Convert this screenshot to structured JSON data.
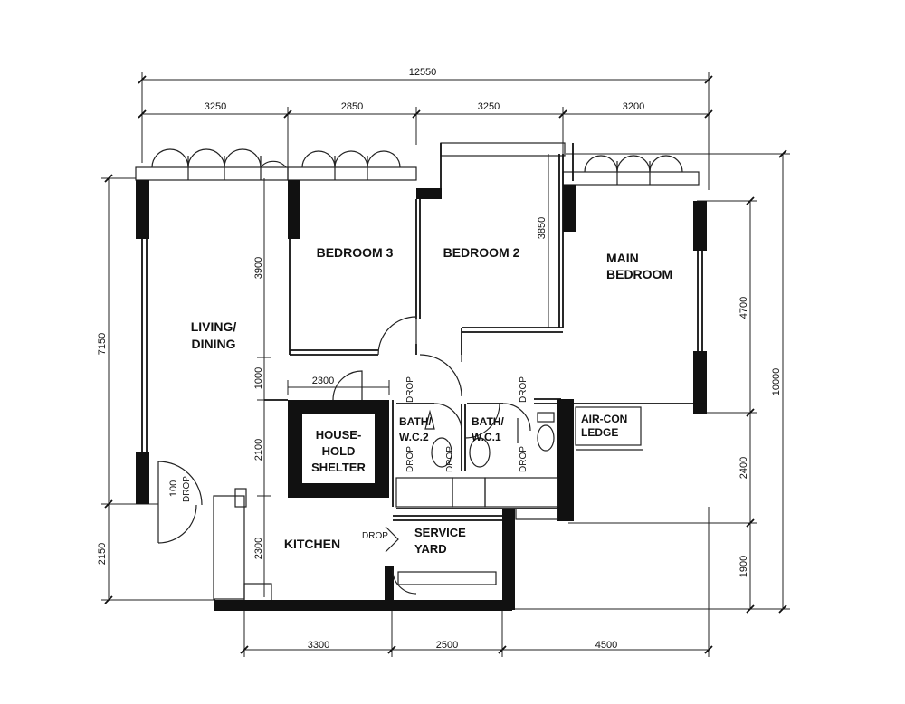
{
  "dimensions": {
    "overall_top": "12550",
    "top": [
      "3250",
      "2850",
      "3250",
      "3200"
    ],
    "bottom": [
      "3300",
      "2500",
      "4500"
    ],
    "left": [
      "7150",
      "2150"
    ],
    "right_outer": "10000",
    "right_inner": [
      "4700",
      "2400",
      "1900"
    ],
    "interior": {
      "bedroom3_depth": "3900",
      "corridor": "1000",
      "shelter_depth": "2100",
      "kitchen_depth": "2300",
      "shelter_width": "2300",
      "bedroom2_depth": "3850",
      "entrance": "100"
    }
  },
  "rooms": {
    "living_dining": [
      "LIVING/",
      "DINING"
    ],
    "bedroom3": "BEDROOM 3",
    "bedroom2": "BEDROOM 2",
    "main_bedroom": [
      "MAIN",
      "BEDROOM"
    ],
    "household_shelter": [
      "HOUSE-",
      "HOLD",
      "SHELTER"
    ],
    "bath_wc2": [
      "BATH/",
      "W.C.2"
    ],
    "bath_wc1": [
      "BATH/",
      "W.C.1"
    ],
    "aircon_ledge": [
      "AIR-CON",
      "LEDGE"
    ],
    "kitchen": "KITCHEN",
    "service_yard": [
      "SERVICE",
      "YARD"
    ]
  },
  "drop_label": "DROP"
}
